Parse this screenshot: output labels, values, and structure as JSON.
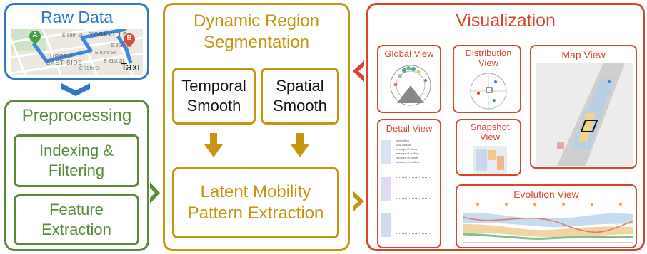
{
  "raw_data": {
    "title": "Raw Data",
    "map_labels": [
      "YORKVILLE",
      "UPPER",
      "EAST SIDE",
      "E 83rd St",
      "E 89th St",
      "E 86th St",
      "E 79th St",
      "E 81st St"
    ],
    "marker_a": "A",
    "marker_b": "B",
    "taxi_label": "Taxi"
  },
  "preprocessing": {
    "title": "Preprocessing",
    "step1": "Indexing & Filtering",
    "step2": "Feature Extraction"
  },
  "segmentation": {
    "title": "Dynamic Region Segmentation",
    "temporal": "Temporal Smooth",
    "spatial": "Spatial Smooth",
    "latent": "Latent Mobility Pattern Extraction"
  },
  "visualization": {
    "title": "Visualization",
    "views": {
      "global": "Global View",
      "distribution": "Distribution View",
      "map": "Map View",
      "detail": "Detail View",
      "snapshot": "Snapshot View",
      "evolution": "Evolution View"
    },
    "detail_rows": [
      "total inflow",
      "total outflow",
      "average of inflow",
      "average of outflow",
      "variance of inflow",
      "variance of outflow"
    ]
  },
  "colors": {
    "blue": "#2f77c9",
    "green": "#5a8a3a",
    "gold": "#c7940f",
    "red": "#d9452b"
  }
}
